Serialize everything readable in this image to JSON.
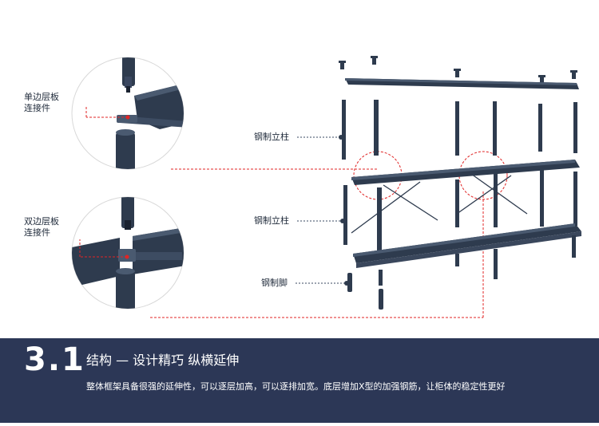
{
  "callouts": {
    "single_connector": [
      "单边层板",
      "连接件"
    ],
    "double_connector": [
      "双边层板",
      "连接件"
    ],
    "steel_post_1": "钢制立柱",
    "steel_post_2": "钢制立柱",
    "steel_foot": "钢制脚"
  },
  "footer": {
    "section_number": "3.1",
    "title": "结构 — 设计精巧 纵横延伸",
    "description": "整体框架具备很强的延伸性，可以逐层加高，可以逐排加宽。底层增加X型的加强钢筋，让柜体的稳定性更好"
  },
  "colors": {
    "product": "#2e3b4e",
    "product_light": "#4a5a70",
    "highlight": "#e02525",
    "banner": "#2c3756",
    "leader": "#3a4860"
  }
}
